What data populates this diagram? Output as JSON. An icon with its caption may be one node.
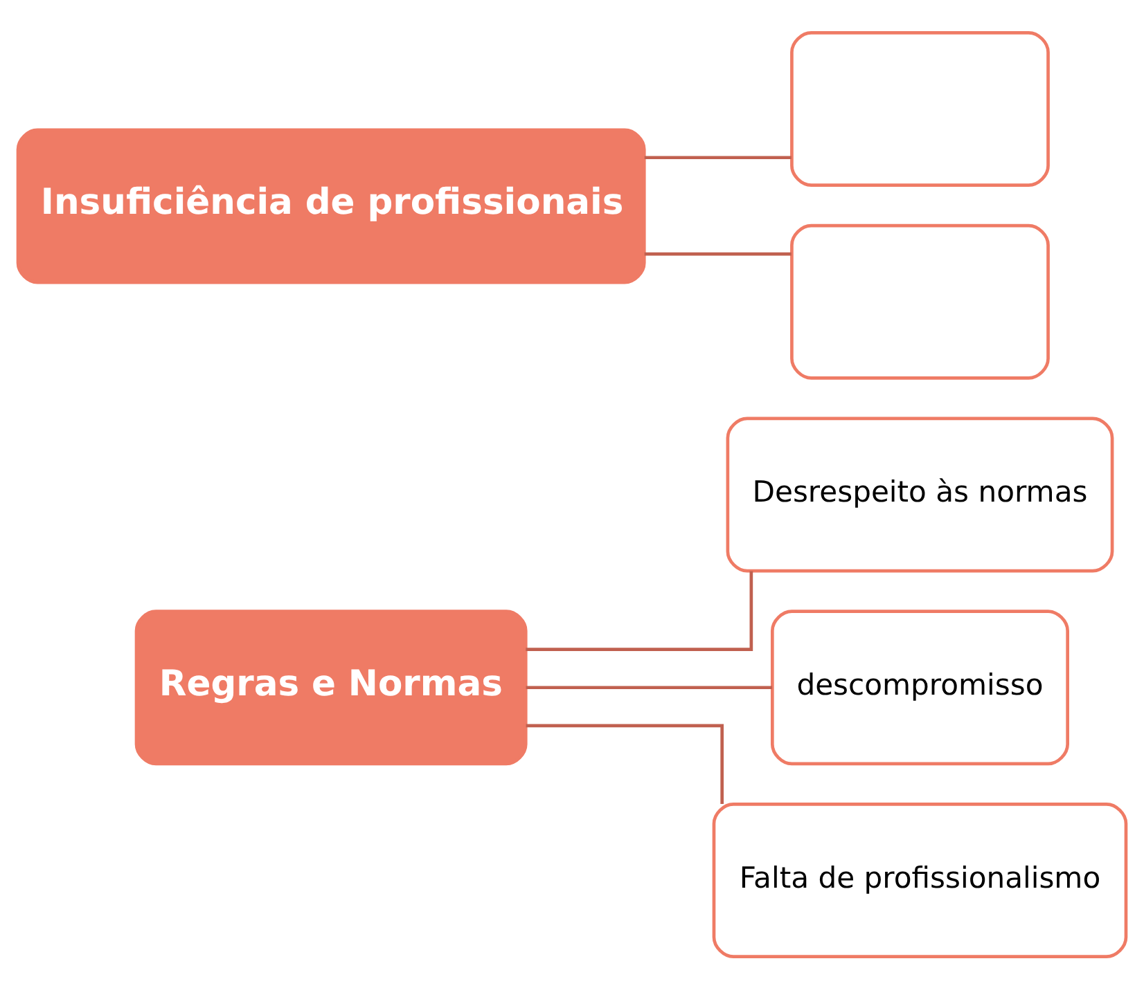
{
  "diagram": {
    "nodes": [
      {
        "text": [
          "Regras e Normas"
        ]
      },
      {
        "text": [
          "Desrespeito às normas"
        ]
      },
      {
        "text": [
          "descompromisso"
        ]
      },
      {
        "text": [
          "Falta de profissionalismo"
        ]
      },
      {
        "text": [
          "Insuficiência de profissionais"
        ]
      },
      {
        "text": [],
        "shape": "box"
      },
      {
        "text": [],
        "shape": "box"
      }
    ],
    "edges": [
      {
        "from": 0,
        "to": 1,
        "arrow": "none"
      },
      {
        "from": 0,
        "to": 2,
        "arrow": "none"
      },
      {
        "from": 0,
        "to": 3,
        "arrow": "none"
      },
      {
        "from": 4,
        "to": 5,
        "arrow": "none"
      },
      {
        "from": 4,
        "to": 6,
        "arrow": "none"
      }
    ]
  }
}
